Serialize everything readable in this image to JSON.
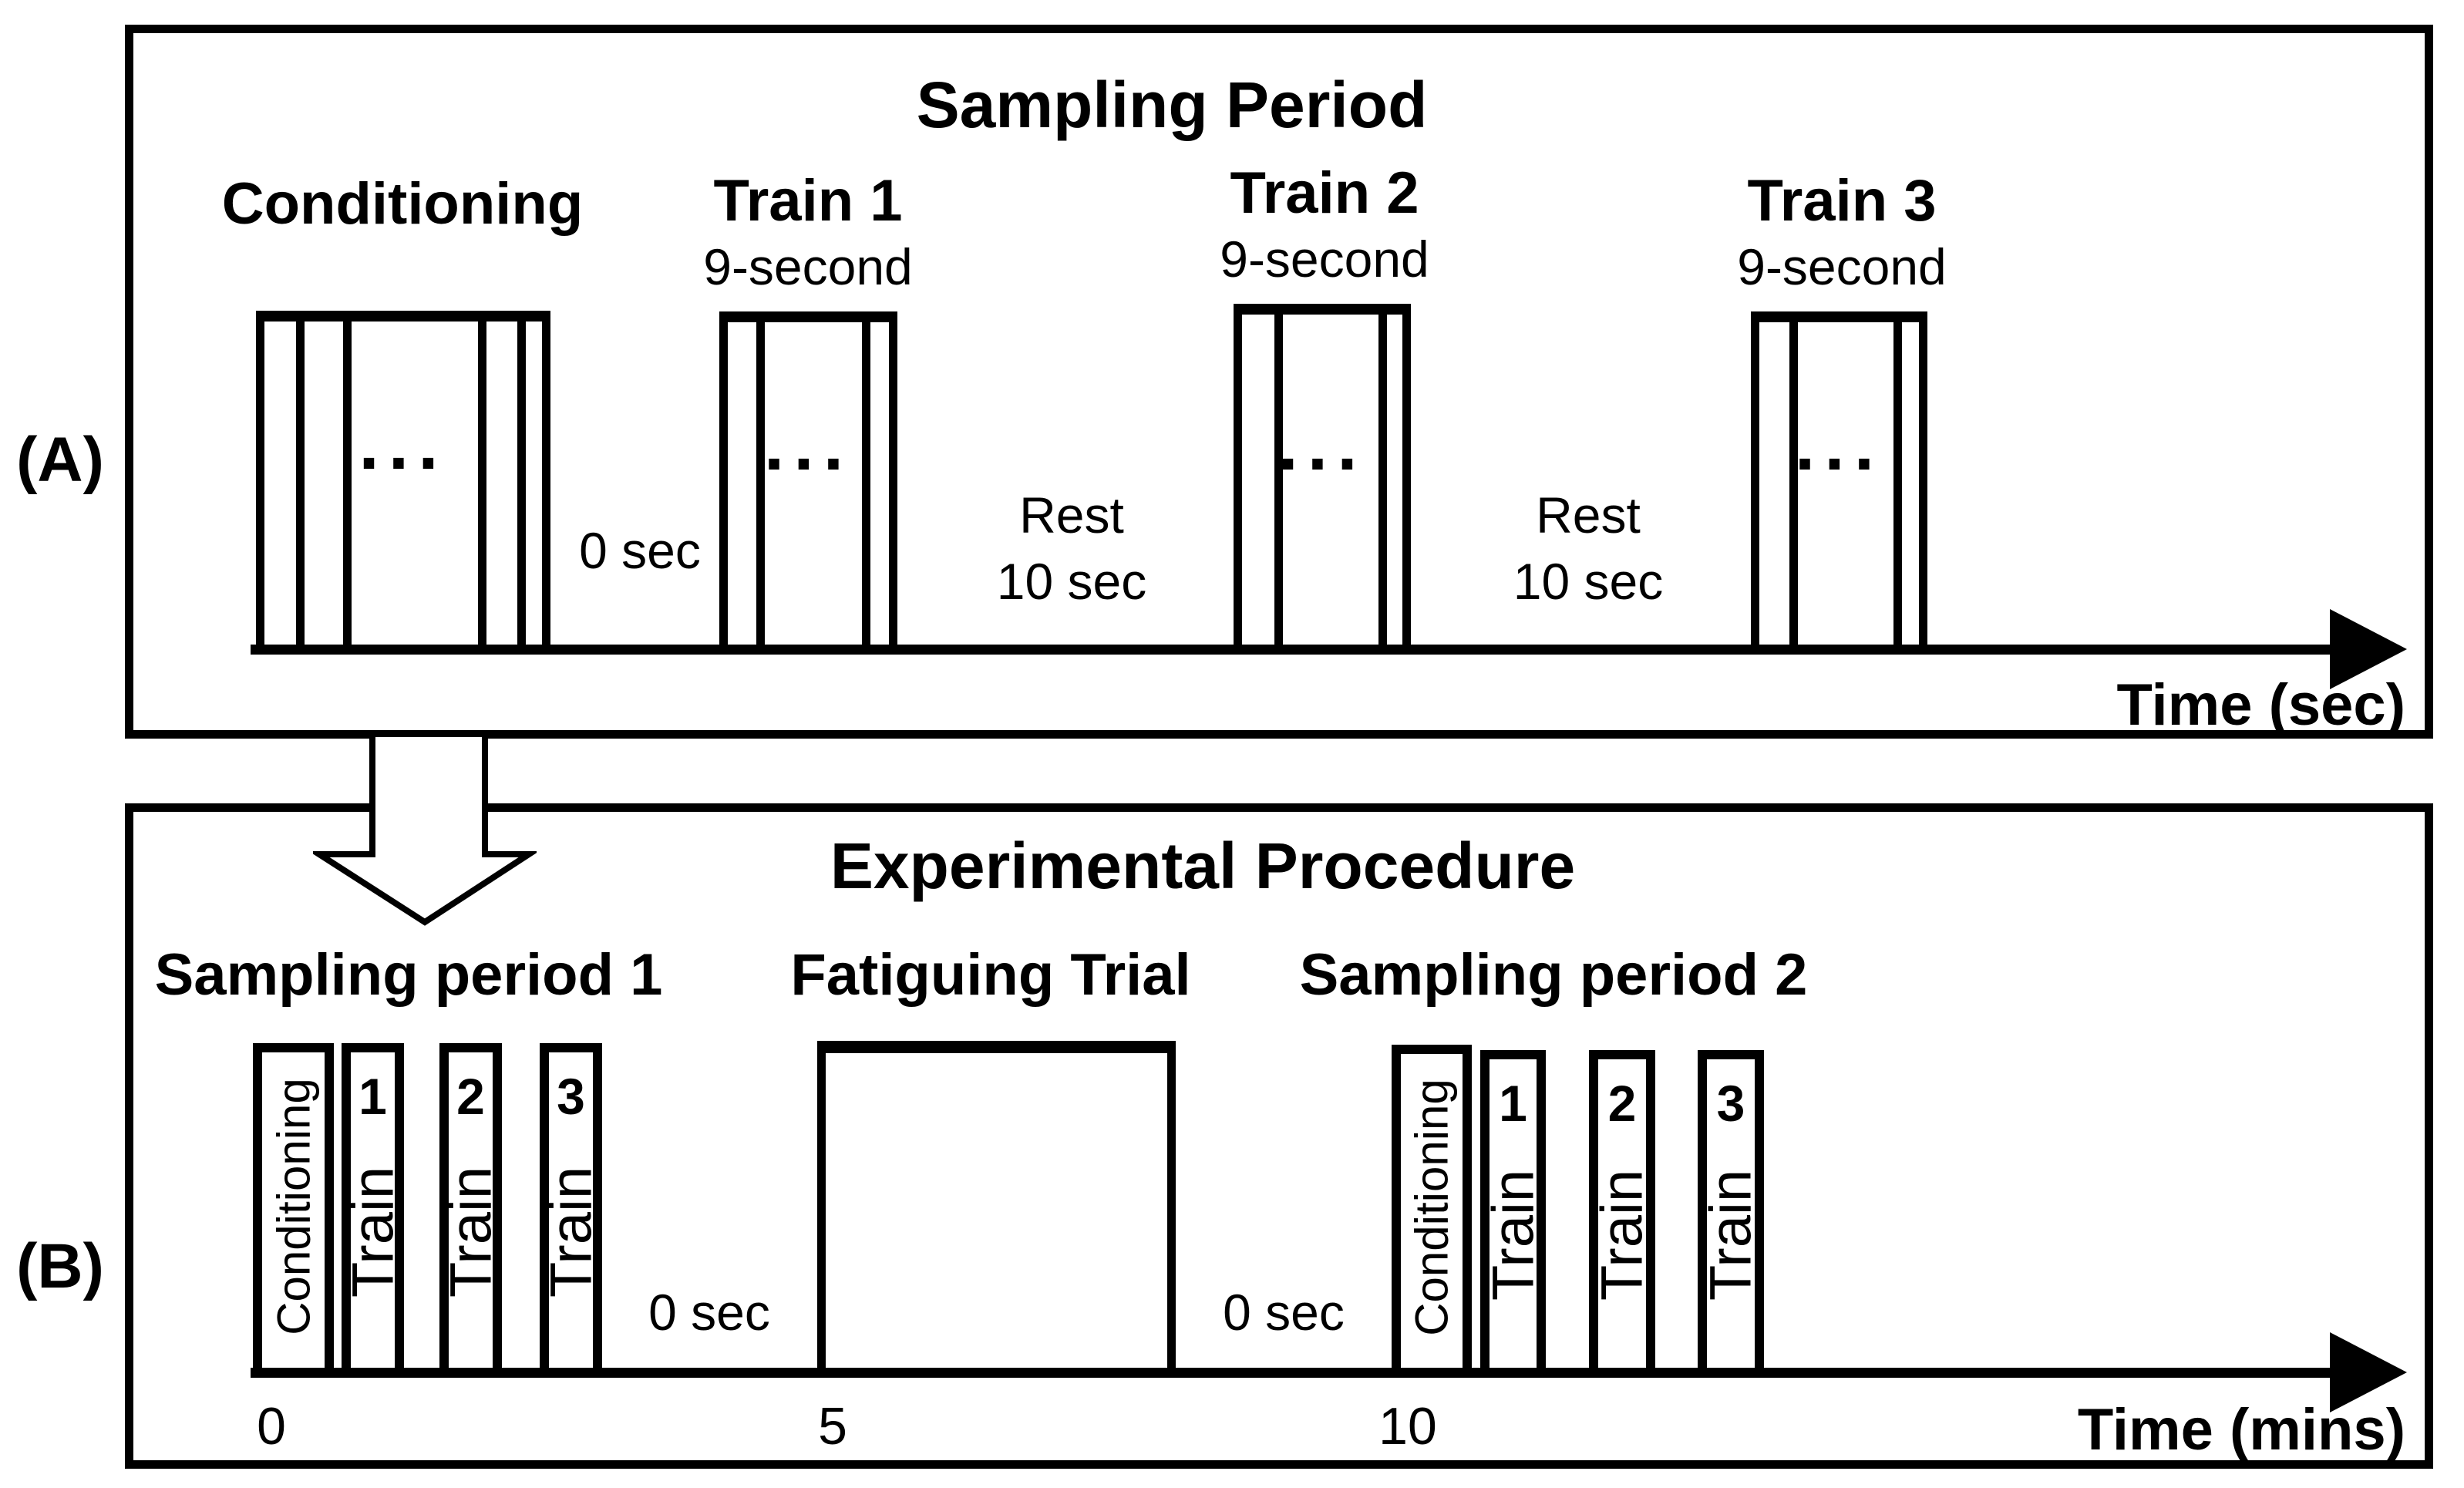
{
  "colors": {
    "ink": "#000000",
    "paper": "#ffffff"
  },
  "panel_a": {
    "tag": "(A)",
    "title": "Sampling Period",
    "conditioning_label": "Conditioning",
    "dots": "...",
    "trains": [
      {
        "label": "Train 1",
        "duration": "9-second"
      },
      {
        "label": "Train 2",
        "duration": "9-second"
      },
      {
        "label": "Train 3",
        "duration": "9-second"
      }
    ],
    "start_label": "0 sec",
    "rest_labels": [
      {
        "line1": "Rest",
        "line2": "10 sec"
      },
      {
        "line1": "Rest",
        "line2": "10 sec"
      }
    ],
    "axis_label": "Time (sec)"
  },
  "panel_b": {
    "tag": "(B)",
    "title": "Experimental Procedure",
    "section_labels": [
      "Sampling period 1",
      "Fatiguing Trial",
      "Sampling period 2"
    ],
    "sampling_periods": [
      {
        "conditioning": "Conditioning",
        "train_word": "Train",
        "train_numbers": [
          "1",
          "2",
          "3"
        ],
        "start_label": "0 sec"
      },
      {
        "conditioning": "Conditioning",
        "train_word": "Train",
        "train_numbers": [
          "1",
          "2",
          "3"
        ],
        "start_label": "0 sec"
      }
    ],
    "axis_ticks": [
      "0",
      "5",
      "10"
    ],
    "axis_label": "Time (mins)"
  }
}
